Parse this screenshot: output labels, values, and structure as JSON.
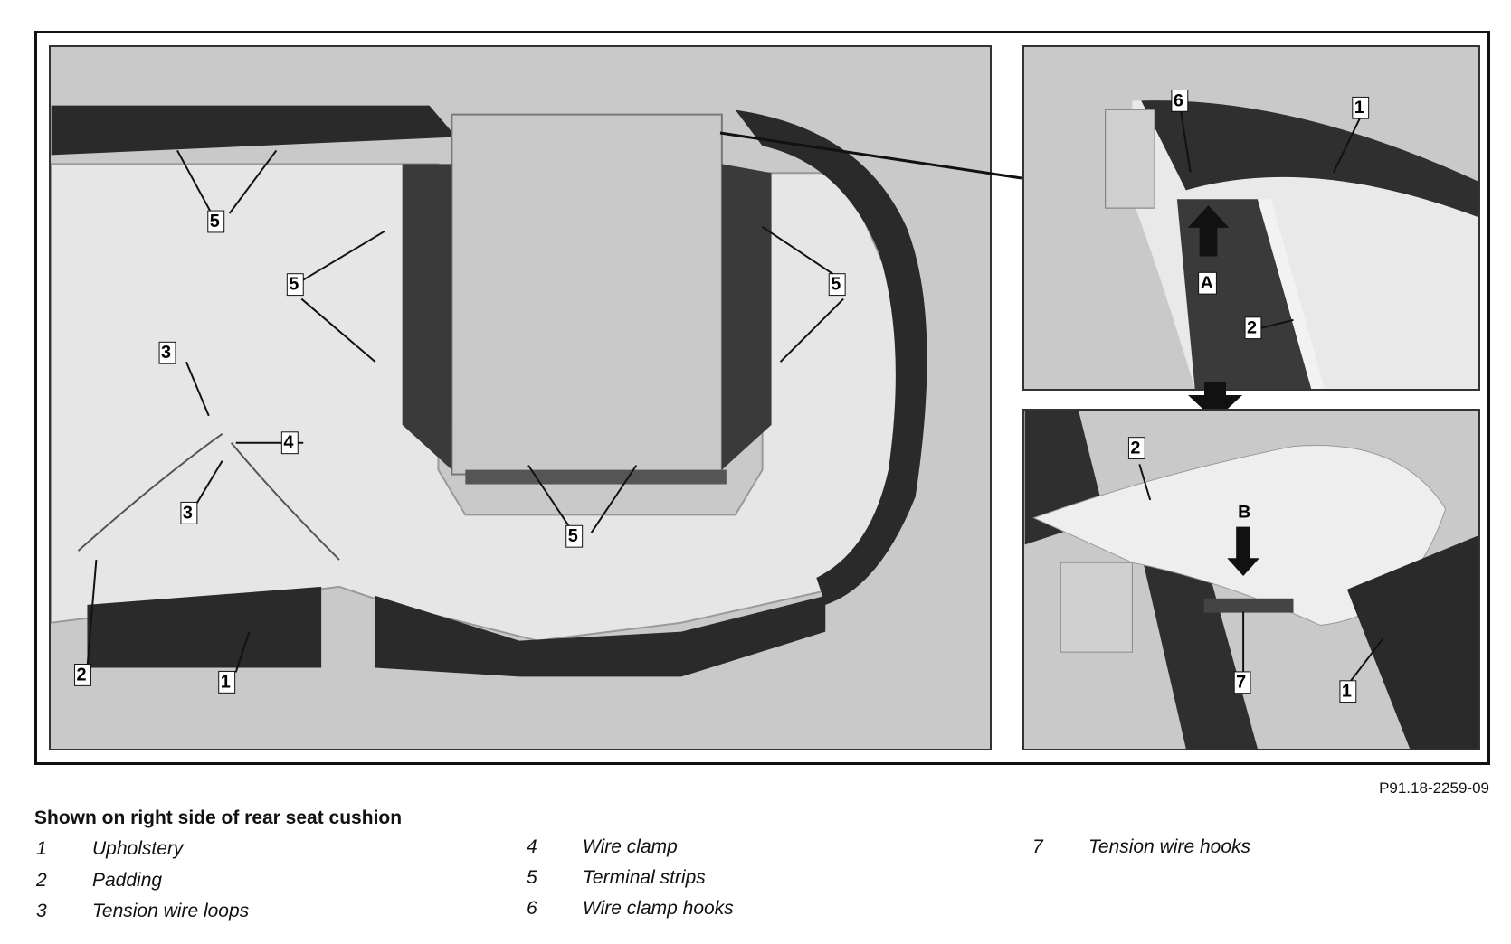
{
  "figure": {
    "reference": "P91.18-2259-09",
    "caption": "Shown on right side of rear seat cushion",
    "callouts": {
      "main": [
        "5",
        "5",
        "5",
        "3",
        "4",
        "3",
        "5",
        "2",
        "1"
      ],
      "top_right": [
        "6",
        "1",
        "A",
        "2"
      ],
      "bottom_right": [
        "2",
        "B",
        "7",
        "1"
      ]
    }
  },
  "legend": [
    {
      "num": "1",
      "text": "Upholstery"
    },
    {
      "num": "2",
      "text": "Padding"
    },
    {
      "num": "3",
      "text": "Tension wire loops"
    },
    {
      "num": "4",
      "text": "Wire clamp"
    },
    {
      "num": "5",
      "text": "Terminal strips"
    },
    {
      "num": "6",
      "text": "Wire clamp hooks"
    },
    {
      "num": "7",
      "text": "Tension wire hooks"
    }
  ]
}
